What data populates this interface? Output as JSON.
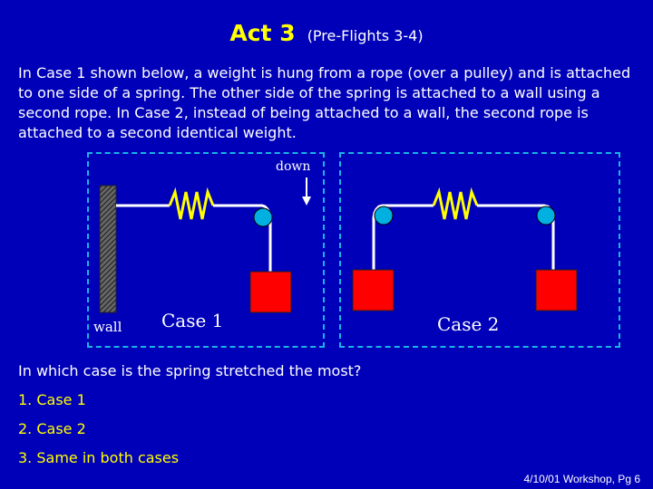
{
  "title": {
    "main": "Act 3",
    "sub": "(Pre-Flights 3-4)"
  },
  "intro": "In Case 1 shown below, a weight is hung from a rope (over a pulley) and is attached to one side of a spring. The other side of the spring is attached to a wall using a second rope.  In Case 2, instead of being attached to a wall, the second rope is attached to a second identical weight.",
  "diagram": {
    "down_label": "down",
    "wall_label": "wall",
    "case1_label": "Case 1",
    "case2_label": "Case 2",
    "colors": {
      "weight": "#ff0000",
      "spring": "#ffff00",
      "pulley": "#00b0e0",
      "rope": "#ffffff",
      "panel_border": "#19b5e6"
    }
  },
  "question": "In which case is the spring stretched the most?",
  "options": [
    "1.  Case 1",
    "2.  Case 2",
    "3.  Same in both cases"
  ],
  "footer": "4/10/01 Workshop, Pg 6"
}
